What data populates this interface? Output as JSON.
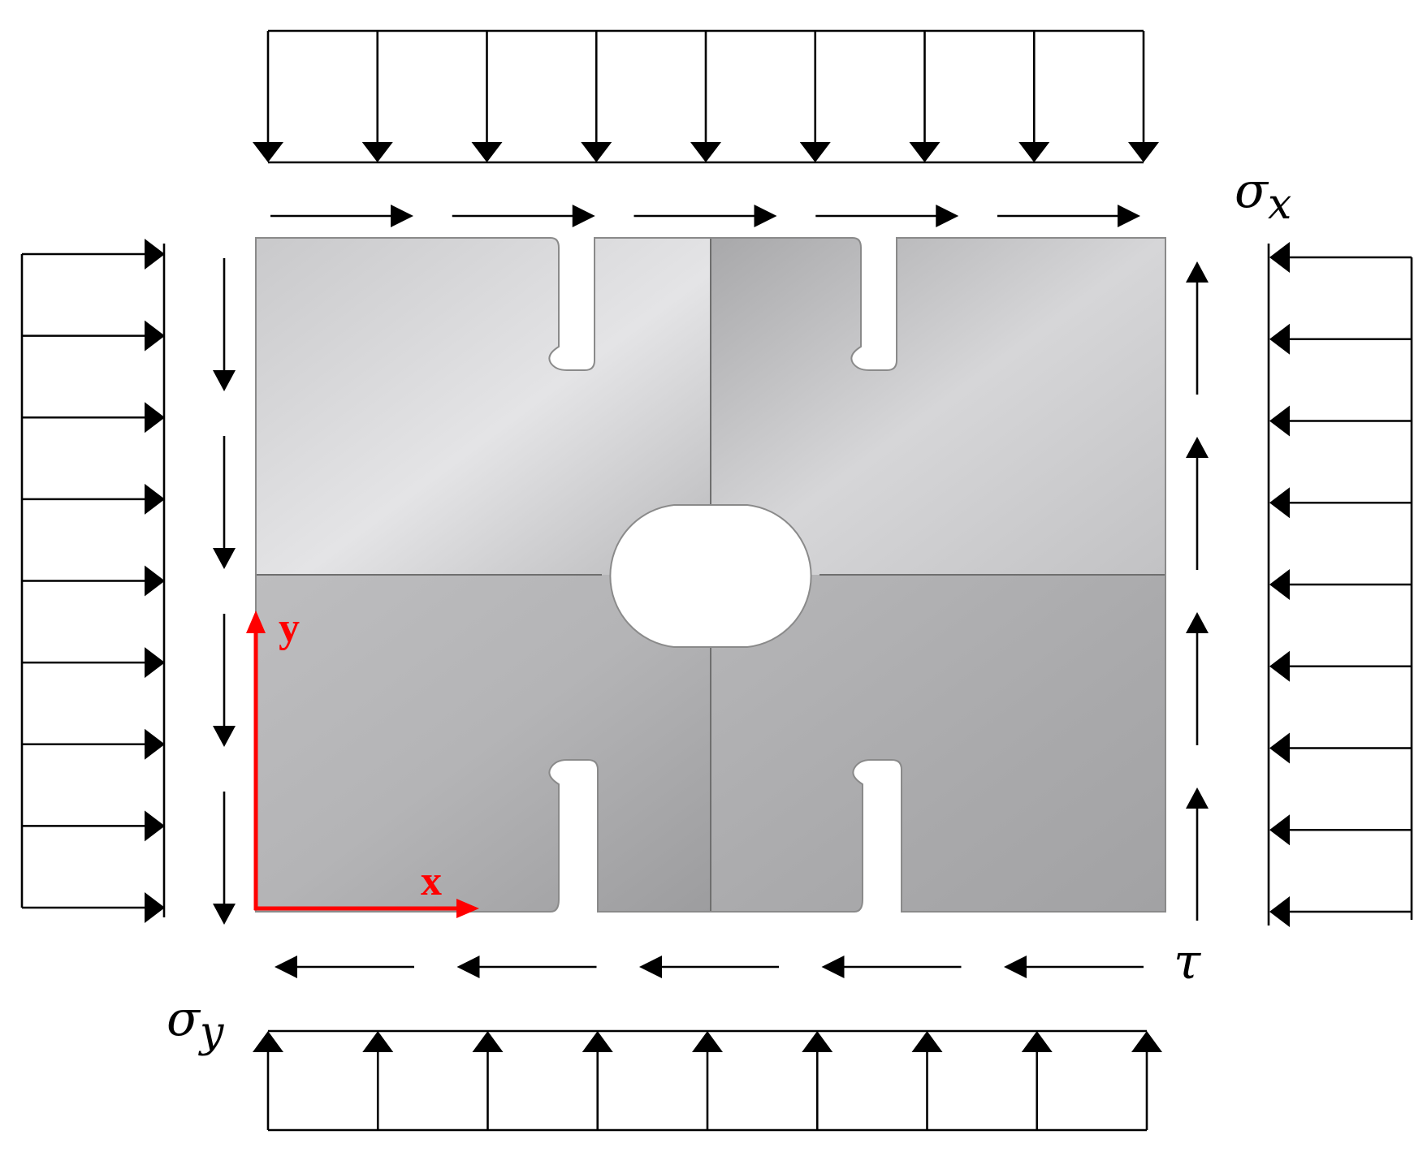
{
  "labels": {
    "sigma_x": {
      "main": "σ",
      "sub": "x"
    },
    "sigma_y": {
      "main": "σ",
      "sub": "y"
    },
    "tau": "τ",
    "axis_x": "x",
    "axis_y": "y"
  },
  "colors": {
    "axis": "#ff0000",
    "arrows": "#000000",
    "plate_light": "#e4e4e6",
    "plate_dark": "#9d9d9f"
  },
  "arrow_counts": {
    "top_compression": 9,
    "bottom_compression": 9,
    "left_tension": 9,
    "right_compression": 9,
    "top_shear": 5,
    "bottom_shear": 5,
    "left_shear": 4,
    "right_shear": 4
  }
}
